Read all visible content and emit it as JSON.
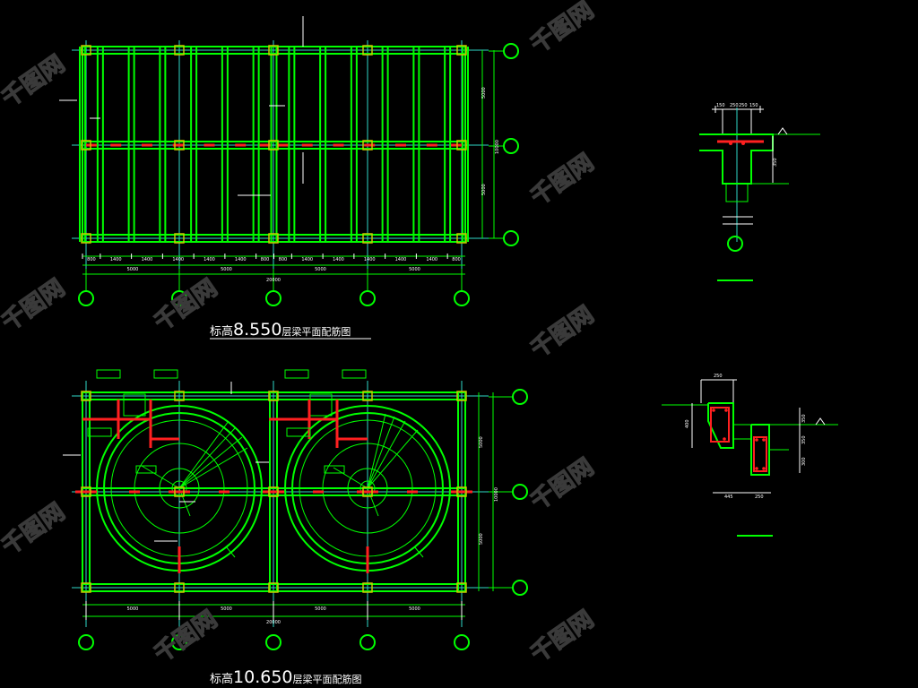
{
  "drawing1": {
    "title_prefix": "标高",
    "title_elev": "8.550",
    "title_suffix": "层梁平面配筋图",
    "dims_top": [
      "800",
      "1400",
      "1400",
      "1400",
      "1400",
      "1400",
      "800",
      "800",
      "1400",
      "1400",
      "1400",
      "1400",
      "1400",
      "800"
    ],
    "dims_mid": [
      "5000",
      "5000",
      "5000",
      "5000"
    ],
    "dim_total": "20000",
    "dims_side": [
      "5000",
      "5000"
    ],
    "dim_side_total": "10000"
  },
  "drawing2": {
    "title_prefix": "标高",
    "title_elev": "10.650",
    "title_suffix": "层梁平面配筋图",
    "dims_mid": [
      "5000",
      "5000",
      "5000",
      "5000"
    ],
    "dim_total": "20000",
    "dims_side": [
      "5000",
      "5000"
    ],
    "dim_side_total": "10000"
  },
  "detail1": {
    "dims_top": [
      "150",
      "250",
      "250",
      "150"
    ],
    "dim_side": "350"
  },
  "detail2": {
    "dim_top": "250",
    "dims_bottom": [
      "445",
      "250"
    ],
    "dims_side": [
      "400",
      "350",
      "350",
      "300"
    ]
  },
  "watermark": "千图网",
  "colors": {
    "background": "#000000",
    "line": "#00ff00",
    "axis": "#2fd7c8",
    "rebar": "#ff2020",
    "text": "#ffffff"
  }
}
